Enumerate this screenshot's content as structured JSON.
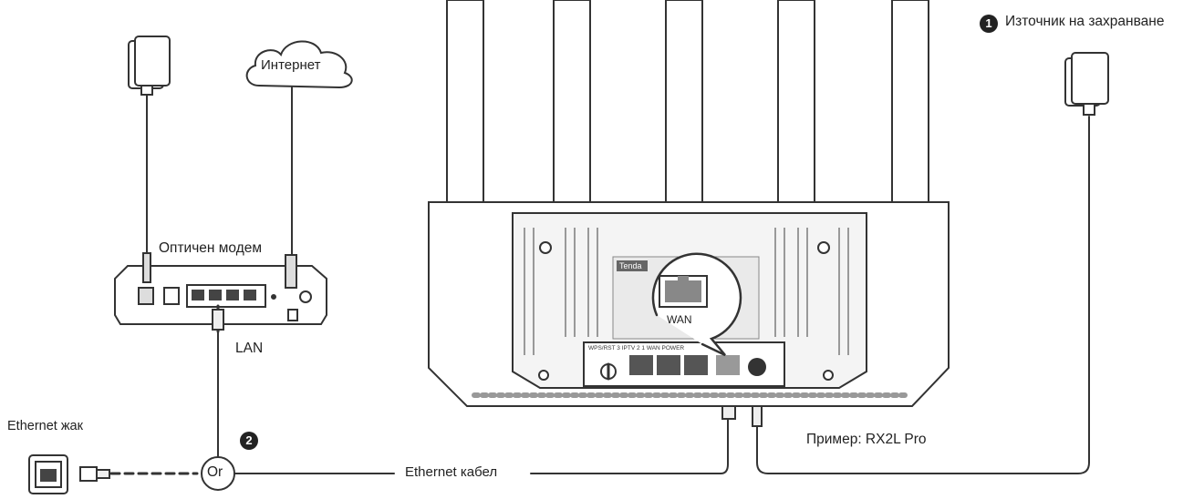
{
  "labels": {
    "power_source": "Източник на захранване",
    "internet": "Интернет",
    "optical_modem": "Оптичен модем",
    "lan": "LAN",
    "wan": "WAN",
    "ethernet_jack": "Ethernet жак",
    "or": "Or",
    "ethernet_cable": "Ethernet кабел",
    "example": "Пример: RX2L Pro",
    "router_brand": "Tenda",
    "router_port_text": "WPS/RST   3 IPTV 2   1   WAN  POWER"
  },
  "steps": [
    "1",
    "2"
  ]
}
